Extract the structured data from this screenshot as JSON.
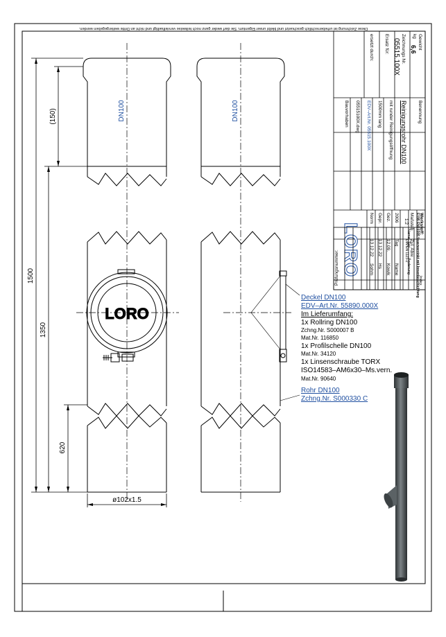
{
  "copyright_notice": "Diese Zeichnung ist urheberrechtlich geschuetzt und bleibt unser Eigentum. Sie darf weder ganz noch teilweise vervielfaeltigt und nicht an Dritte weitergegeben werden.",
  "dimensions": {
    "total_length": "1500",
    "length_1350": "1350",
    "length_620": "620",
    "socket_length": "(150)",
    "diameter": "ø102x1.5"
  },
  "pipe_labels": {
    "left": "DN100",
    "right": "DN100"
  },
  "logo_text": "LORO",
  "callout": {
    "title": "Deckel DN100",
    "art_nr": "EDV–Art.Nr. 55890.000X",
    "scope_heading": "Im Lieferumfang:",
    "lines": [
      "1x Rollring DN100",
      "Zchng.Nr. S000007 B",
      "Mat.Nr. 116850",
      "1x Profilschelle DN100",
      "Mat.Nr. 34120",
      "1x Linsenschraube TORX",
      "ISO14583–AM6x30–Ms.vern.",
      "Mat.Nr. 90640"
    ],
    "pipe_title": "Rohr DN100",
    "pipe_drawing": "Zchng.Nr. S000330 C"
  },
  "title_block": {
    "werkstoff_label": "Werkstoff:",
    "werkstoff": "E195 EN10305 feuerverzinkt mit Innenbeschichtung",
    "massstab_label": "Maßstab",
    "massstab": "1:2",
    "zul_abw_label": "Zul. Abw.",
    "zul_abw": "DIN EN 1123-2",
    "benennung_label": "Benennung",
    "benennung_1": "Reinigungsrohr DN100",
    "benennung_2": "mit runder Reinigungsöffnung",
    "benennung_3": "1500mm lang",
    "edv_label": "EDV–Art.Nr.",
    "edv": "05515.100X",
    "file": "05515100X.dwg",
    "bauvorhaben": "Bauvorhaben",
    "zeichnungs_nr_label": "Zeichnungs Nr.",
    "zeichnungs_nr": "05515.100X",
    "ersatz_label": "Ersatz für:",
    "ersetzt_label": "ersetzt durch:",
    "gewicht_label": "Gewicht",
    "gewicht_unit": "kg",
    "gewicht": "6,6",
    "year": "2006",
    "tag_label": "Tag",
    "name_label": "Name",
    "rows": [
      {
        "role": "Gez.",
        "date": "12.09.",
        "name": "Kowik"
      },
      {
        "role": "Gepr.",
        "date": "13.12.22",
        "name": "Hs"
      },
      {
        "role": "Norm",
        "date": "13.12.22",
        "name": "Sohm"
      }
    ],
    "pruefung_label": "Prüfungsnummer:",
    "index_label": "Index",
    "aenderung_label": "Änderung",
    "tag_label_2": "Tag",
    "name_label_2": "Name"
  }
}
